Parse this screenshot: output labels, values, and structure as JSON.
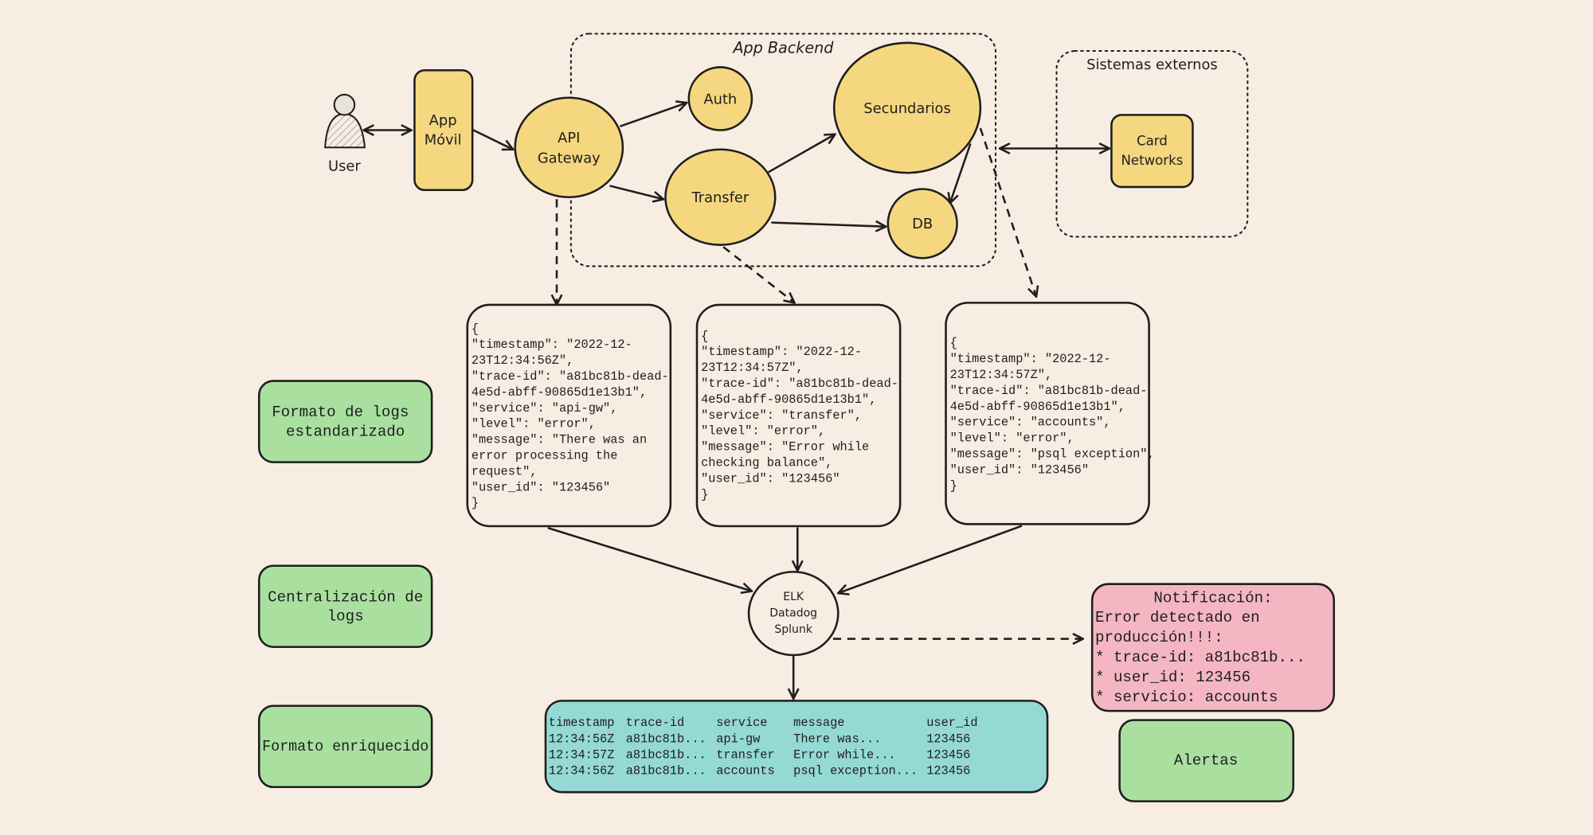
{
  "colors": {
    "background": "#f7ede3",
    "component": "#f5d77f",
    "label_box": "#a9e0a0",
    "notification": "#f4b6c2",
    "table": "#95d9d5"
  },
  "actors": {
    "user": "User",
    "user_icon": "person-icon"
  },
  "groups": {
    "backend": "App Backend",
    "external": "Sistemas externos"
  },
  "components": {
    "app_movil": [
      "App",
      "Móvil"
    ],
    "api_gateway": [
      "API",
      "Gateway"
    ],
    "auth": "Auth",
    "transfer": "Transfer",
    "secundarios": "Secundarios",
    "db": "DB",
    "card_networks": [
      "Card",
      "Networks"
    ],
    "aggregator": [
      "ELK",
      "Datadog",
      "Splunk"
    ]
  },
  "stages": {
    "standard_format": [
      "Formato de logs",
      "estandarizado"
    ],
    "centralization": [
      "Centralización de",
      "logs"
    ],
    "enriched_format": [
      "Formato enriquecido"
    ],
    "alerts": "Alertas"
  },
  "logs": [
    [
      "{",
      "\"timestamp\": \"2022-12-",
      "23T12:34:56Z\",",
      "\"trace-id\": \"a81bc81b-dead-",
      "4e5d-abff-90865d1e13b1\",",
      "\"service\": \"api-gw\",",
      "\"level\": \"error\",",
      "\"message\": \"There was an",
      "error processing the",
      "request\",",
      "\"user_id\": \"123456\"",
      "}"
    ],
    [
      "{",
      "\"timestamp\": \"2022-12-",
      "23T12:34:57Z\",",
      "\"trace-id\": \"a81bc81b-dead-",
      "4e5d-abff-90865d1e13b1\",",
      "\"service\": \"transfer\",",
      "\"level\": \"error\",",
      "\"message\": \"Error while",
      "checking balance\",",
      "\"user_id\": \"123456\"",
      "}"
    ],
    [
      "{",
      "\"timestamp\": \"2022-12-",
      "23T12:34:57Z\",",
      "\"trace-id\": \"a81bc81b-dead-",
      "4e5d-abff-90865d1e13b1\",",
      "\"service\": \"accounts\",",
      "\"level\": \"error\",",
      "\"message\": \"psql exception\",",
      "\"user_id\": \"123456\"",
      "}"
    ]
  ],
  "table": {
    "columns": [
      "timestamp",
      "trace-id",
      "service",
      "message",
      "user_id"
    ],
    "rows": [
      [
        "12:34:56Z",
        "a81bc81b...",
        "api-gw",
        "There was...",
        "123456"
      ],
      [
        "12:34:57Z",
        "a81bc81b...",
        "transfer",
        "Error while...",
        "123456"
      ],
      [
        "12:34:56Z",
        "a81bc81b...",
        "accounts",
        "psql exception...",
        "123456"
      ]
    ]
  },
  "notification": {
    "title": "Notificación:",
    "lines": [
      "Error detectado en",
      "producción!!!:",
      "* trace-id: a81bc81b...",
      "* user_id: 123456",
      "* servicio: accounts"
    ]
  }
}
